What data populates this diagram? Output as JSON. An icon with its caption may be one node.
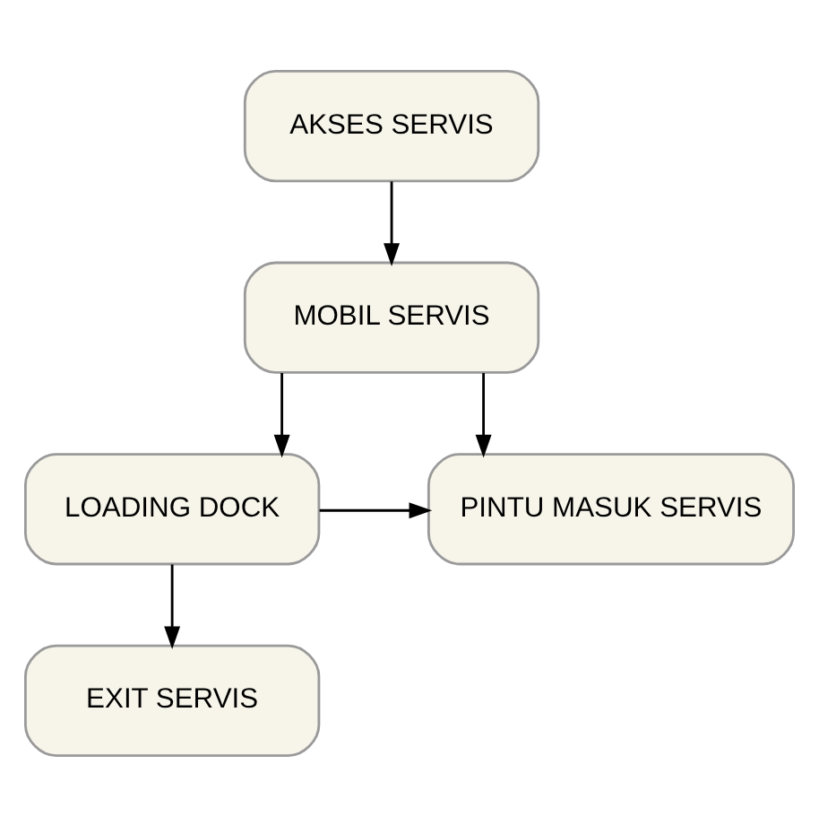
{
  "diagram": {
    "nodes": [
      {
        "text": [
          "AKSES SERVIS"
        ]
      },
      {
        "text": [
          "MOBIL SERVIS"
        ]
      },
      {
        "text": [
          "LOADING DOCK"
        ]
      },
      {
        "text": [
          "PINTU MASUK SERVIS"
        ]
      },
      {
        "text": [
          "EXIT SERVIS"
        ]
      }
    ],
    "edges": [
      {
        "from": 0,
        "to": 1,
        "arrow": "to"
      },
      {
        "from": 1,
        "to": 2,
        "arrow": "to"
      },
      {
        "from": 1,
        "to": 3,
        "arrow": "to"
      },
      {
        "from": 2,
        "to": 4,
        "arrow": "to"
      },
      {
        "from": 2,
        "to": 3,
        "arrow": "to"
      }
    ]
  }
}
